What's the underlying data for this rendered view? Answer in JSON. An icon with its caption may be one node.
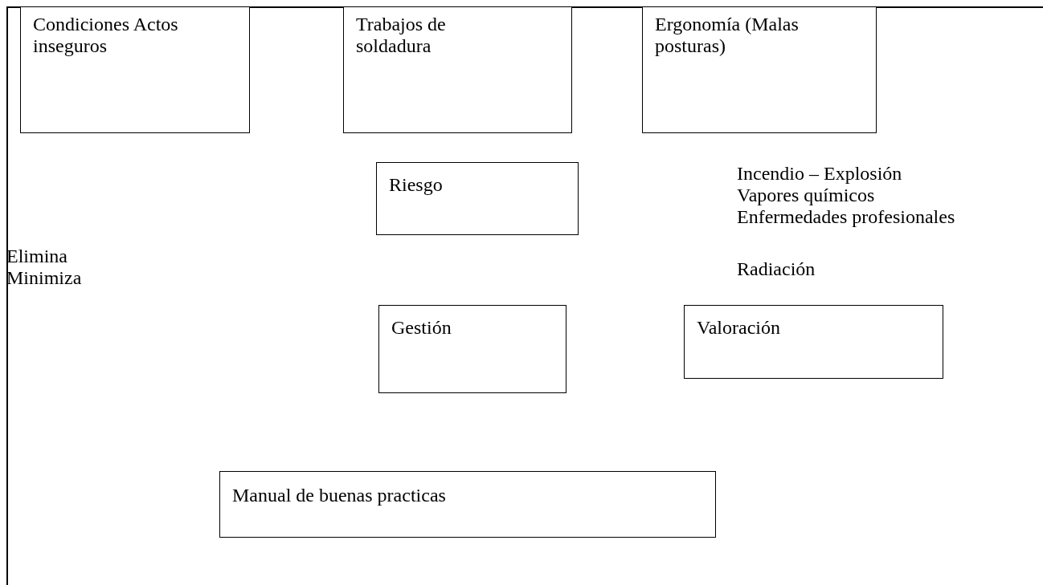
{
  "diagram": {
    "nodes": [
      {
        "text": [
          "Condiciones Actos inseguros"
        ]
      },
      {
        "text": [
          "Trabajos de soldadura"
        ]
      },
      {
        "text": [
          "Ergonomía (Malas posturas)"
        ]
      },
      {
        "text": [
          "Riesgo"
        ]
      },
      {
        "text": [
          "Gestión"
        ]
      },
      {
        "text": [
          "Valoración"
        ]
      },
      {
        "text": [
          "Manual de buenas practicas"
        ]
      }
    ],
    "edges": [],
    "labels": [
      "Incendio – Explosión",
      "Vapores químicos",
      "Enfermedades profesionales",
      "Elimina",
      "Minimiza",
      "Radiación"
    ]
  }
}
